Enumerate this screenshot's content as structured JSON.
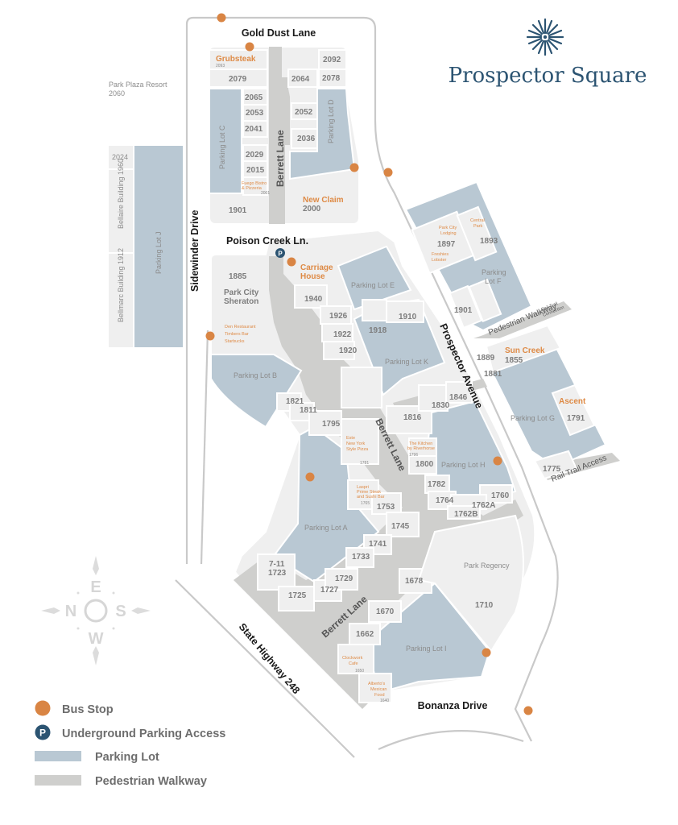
{
  "header": {
    "title": "Prospector Square",
    "logo_icon": "sunburst-icon",
    "brand_color": "#2c5472"
  },
  "colors": {
    "bus_stop": "#d98544",
    "underground_parking": "#2c5472",
    "parking_lot": "#b9c8d3",
    "pedestrian_walkway": "#cfcfcd",
    "building": "#efefef",
    "business_label": "#de8a45"
  },
  "streets": {
    "gold_dust": "Gold Dust Lane",
    "sidewinder": "Sidewinder Drive",
    "poison_creek": "Poison Creek Ln.",
    "prospector": "Prospector Avenue",
    "bonanza": "Bonanza Drive",
    "highway": "State Highway 248",
    "berrett_north": "Berrett Lane",
    "berrett_mid": "Berrett Lane",
    "berrett_south": "Berrett Lane"
  },
  "walkways": {
    "pedestrian": "Pedestrian Walkway",
    "rail_trail_connection_1": "Rail Trail",
    "rail_trail_connection_2": "Connection",
    "rail_trail_access": "Rail Trail Access"
  },
  "west": {
    "park_plaza_1": "Park Plaza Resort",
    "park_plaza_2": "2060",
    "u2024": "2024",
    "bellaire": "Bellaire Building 1960",
    "bellmarc": "Bellmarc Building 1912",
    "lot_j": "Parking Lot J"
  },
  "north_block": {
    "grubsteak": "Grubsteak",
    "grubsteak_num": "2093",
    "u2092": "2092",
    "u2079": "2079",
    "u2064": "2064",
    "u2078": "2078",
    "u2065": "2065",
    "u2053": "2053",
    "u2052": "2052",
    "u2041": "2041",
    "u2036": "2036",
    "u2029": "2029",
    "u2015": "2015",
    "fuego_1": "Fuego Bistro",
    "fuego_2": "& Pizzeria",
    "fuego_num": "2001",
    "u1901": "1901",
    "new_claim": "New Claim",
    "new_claim_num": "2000",
    "lot_c": "Parking Lot C",
    "lot_d": "Parking Lot D"
  },
  "central": {
    "u1885": "1885",
    "sheraton_1": "Park City",
    "sheraton_2": "Sheraton",
    "den": "Den Restaurant",
    "timbers": "Timbers Bar",
    "starbucks": "Starbucks",
    "carriage_1": "Carriage",
    "carriage_2": "House",
    "u1940": "1940",
    "u1926": "1926",
    "u1922": "1922",
    "u1920": "1920",
    "u1918": "1918",
    "u1910": "1910",
    "lot_b": "Parking Lot B",
    "lot_e": "Parking Lot E",
    "lot_k": "Parking Lot K",
    "u1821": "1821",
    "u1811": "1811",
    "u1795": "1795",
    "u1846": "1846",
    "u1830": "1830",
    "u1816": "1816",
    "este_1": "Este",
    "este_2": "New York",
    "este_3": "Style Pizza",
    "este_num": "1781",
    "kitchen_1": "The Kitchen",
    "kitchen_2": "by Riverhorse",
    "kitchen_num": "1796",
    "u1800": "1800",
    "lot_h": "Parking Lot H",
    "u1782": "1782",
    "u1764": "1764",
    "u1760": "1760",
    "u1762a": "1762A",
    "u1762b": "1762B",
    "laspri_1": "Laspri",
    "laspri_2": "Prime Steak",
    "laspri_3": "and Sushi Bar",
    "laspri_num": "1765",
    "u1753": "1753",
    "u1745": "1745",
    "u1741": "1741",
    "u1733": "1733",
    "lot_a": "Parking Lot A",
    "seven_11": "7-11",
    "u1723": "1723",
    "u1729": "1729",
    "u1727": "1727",
    "u1725": "1725"
  },
  "east": {
    "pc_lodging_1": "Park City",
    "pc_lodging_2": "Lodging",
    "u1897": "1897",
    "freshies_1": "Freshies",
    "freshies_2": "Lobster",
    "central_park_1": "Central",
    "central_park_2": "Park",
    "u1893": "1893",
    "lot_f_1": "Parking",
    "lot_f_2": "Lot F",
    "u1901": "1901",
    "sun_creek": "Sun Creek",
    "u1855": "1855",
    "u1889": "1889",
    "u1881": "1881",
    "ascent": "Ascent",
    "u1791": "1791",
    "lot_g": "Parking Lot G",
    "u1775": "1775"
  },
  "south": {
    "u1678": "1678",
    "park_regency": "Park Regency",
    "u1710": "1710",
    "u1670": "1670",
    "u1662": "1662",
    "clockwork_1": "Clockwork",
    "clockwork_2": "Cafe",
    "clockwork_num": "1650",
    "albertos_1": "Alberto's",
    "albertos_2": "Mexican",
    "albertos_3": "Food",
    "albertos_num": "1640",
    "lot_i": "Parking Lot I"
  },
  "compass": {
    "n": "N",
    "e": "E",
    "s": "S",
    "w": "W"
  },
  "legend": {
    "bus_stop": "Bus Stop",
    "underground": "Underground Parking Access",
    "underground_glyph": "P",
    "parking_lot": "Parking Lot",
    "walkway": "Pedestrian Walkway"
  }
}
